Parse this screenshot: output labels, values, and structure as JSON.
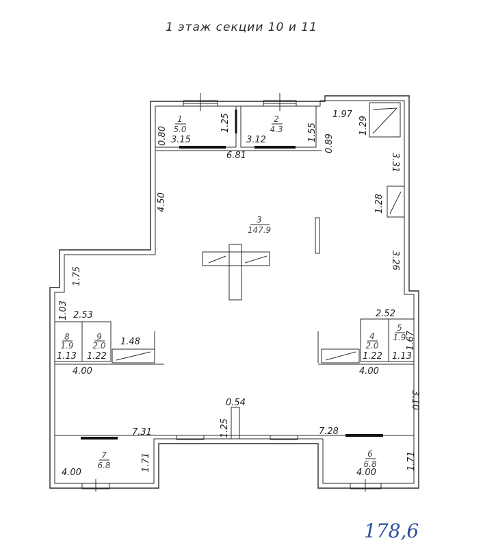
{
  "title": "1 этаж секции 10 и 11",
  "total_area": "178,6",
  "rooms": [
    {
      "number": "1",
      "area": "5.0"
    },
    {
      "number": "2",
      "area": "4.3"
    },
    {
      "number": "3",
      "area": "147.9"
    },
    {
      "number": "4",
      "area": "2.0"
    },
    {
      "number": "5",
      "area": "1.9"
    },
    {
      "number": "6",
      "area": "6.8"
    },
    {
      "number": "7",
      "area": "6.8"
    },
    {
      "number": "8",
      "area": "1.9"
    },
    {
      "number": "9",
      "area": "2.0"
    }
  ],
  "dimensions": {
    "top_left_room_h": "0.80",
    "room1_w": "3.15",
    "room1_h": "1.25",
    "room2_w": "3.12",
    "room2_h": "1.55",
    "gap_h": "0.89",
    "top_span": "6.81",
    "stair_w": "1.97",
    "stair_h": "1.29",
    "right_upper": "3.31",
    "right_niche": "1.28",
    "right_lower": "3.26",
    "left_upper": "4.50",
    "left_step": "1.75",
    "left_small": "1.03",
    "left_block_w": "2.53",
    "left_shelf_w": "1.48",
    "room8_w": "1.13",
    "room9_w": "1.22",
    "left_span": "4.00",
    "right_block_w": "2.52",
    "room4_w": "1.22",
    "room5_w": "1.13",
    "room5_h": "1.67",
    "right_span": "4.00",
    "right_mid_h": "3.10",
    "column_w": "0.54",
    "column_h": "1.25",
    "bottom_left_span": "7.31",
    "bottom_right_span": "7.28",
    "room7_w": "4.00",
    "room7_h": "1.71",
    "room6_w": "4.00",
    "room6_h": "1.71"
  }
}
